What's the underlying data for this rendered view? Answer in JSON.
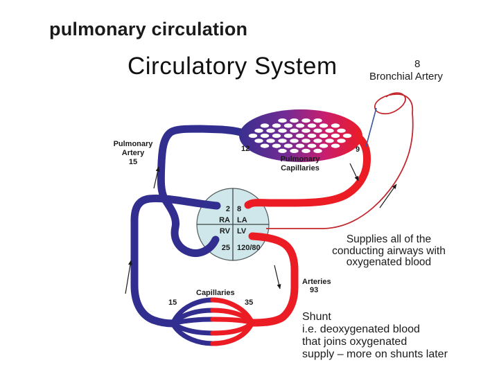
{
  "slide": {
    "title": "pulmonary circulation",
    "diagram_title": "Circulatory System"
  },
  "bronchial": {
    "value": "8",
    "label": "Bronchial Artery"
  },
  "pulmonary_artery": {
    "line1": "Pulmonary",
    "line2": "Artery",
    "value": "15"
  },
  "pulmonary_capillaries": {
    "left_value": "12",
    "right_value": "9",
    "line1": "Pulmonary",
    "line2": "Capillaries"
  },
  "heart": {
    "ra_pressure": "2",
    "la_pressure": "8",
    "ra_label": "RA",
    "la_label": "LA",
    "rv_label": "RV",
    "lv_label": "LV",
    "rv_pressure": "25",
    "lv_pressure": "120/80"
  },
  "systemic": {
    "capillaries_label": "Capillaries",
    "cap_left_value": "15",
    "cap_right_value": "35",
    "arteries_label": "Arteries",
    "arteries_value": "93"
  },
  "annotations": {
    "supplies_line1": "Supplies all of the",
    "supplies_line2": "conducting airways with",
    "supplies_line3": "oxygenated blood",
    "shunt_title": "Shunt",
    "shunt_line1": "i.e. deoxygenated blood",
    "shunt_line2": "that joins oxygenated",
    "shunt_line3": "supply – more on shunts later"
  },
  "colors": {
    "vein_blue": "#312e90",
    "artery_red": "#ec1c24",
    "thin_red": "#c2282d",
    "thin_blue": "#3b55a0",
    "heart_fill": "#cfe7ea",
    "heart_outline": "#4f5a5c",
    "oval_stop1": "#38308f",
    "oval_stop2": "#732b94",
    "oval_stop3": "#c91e6e",
    "oval_stop4": "#ec1c24"
  }
}
